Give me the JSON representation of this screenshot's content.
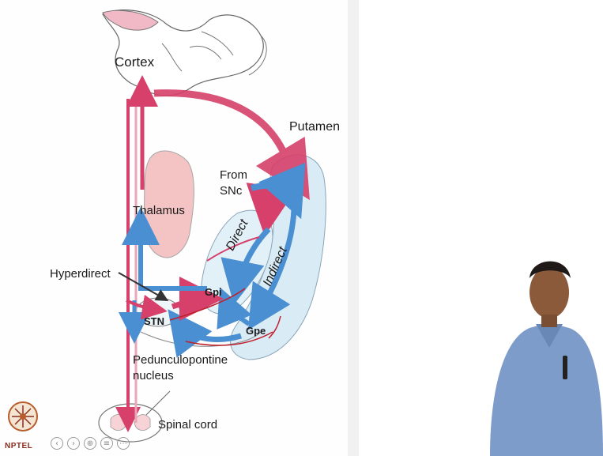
{
  "diagram": {
    "labels": {
      "cortex": "Cortex",
      "putamen": "Putamen",
      "from_snc": [
        "From",
        "SNc"
      ],
      "thalamus": "Thalamus",
      "hyperdirect": "Hyperdirect",
      "direct": "Direct",
      "indirect": "Indirect",
      "gpi": "Gpi",
      "gpe": "Gpe",
      "stn": "STN",
      "pedunculopontine": [
        "Pedunculopontine",
        "nucleus"
      ],
      "spinal_cord": "Spinal cord"
    },
    "colors": {
      "excitatory": "#d6406a",
      "inhibitory": "#4a8fd1",
      "putamen_fill": "#d9ecf5",
      "thalamus_fill": "#f3b9b9",
      "outline": "#555555"
    }
  },
  "branding": {
    "logo_text": "NPTEL"
  },
  "navigation": {
    "buttons": [
      {
        "name": "previous-slide-button",
        "glyph": "‹"
      },
      {
        "name": "next-slide-button",
        "glyph": "›"
      },
      {
        "name": "zoom-button",
        "glyph": "⊕"
      },
      {
        "name": "menu-button",
        "glyph": "≡"
      },
      {
        "name": "more-button",
        "glyph": "⋯"
      }
    ]
  }
}
